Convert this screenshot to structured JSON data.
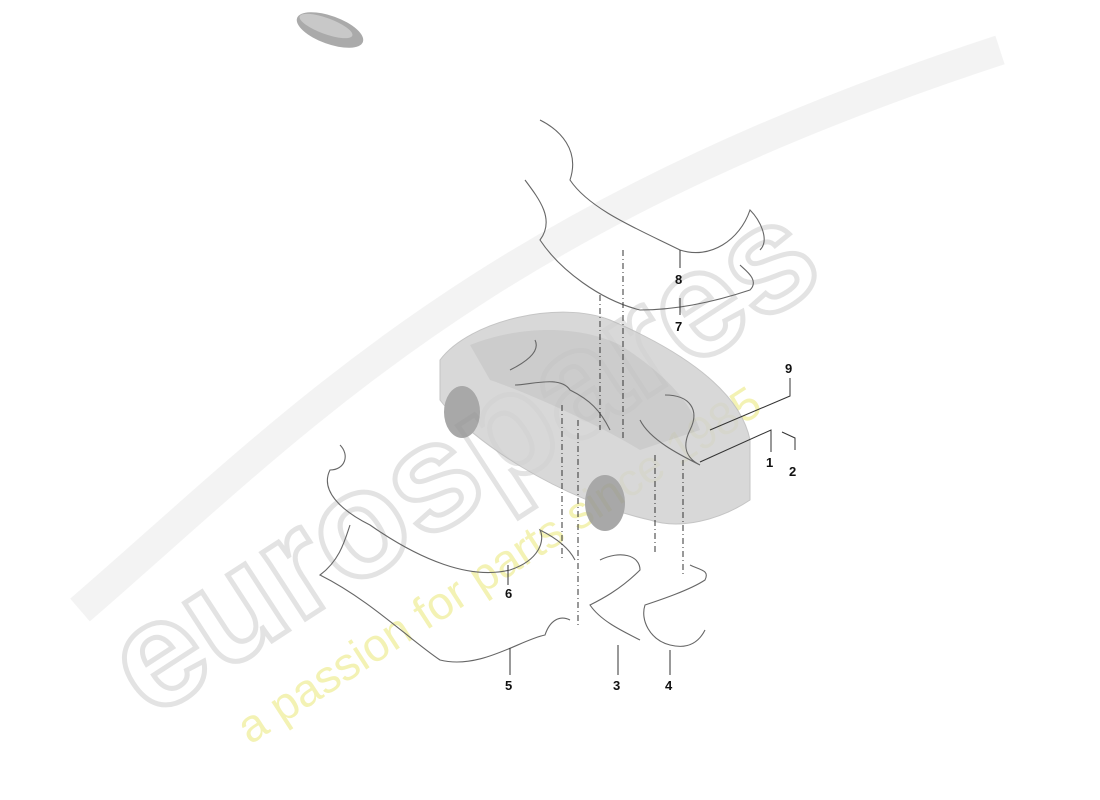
{
  "watermark": {
    "brand": "eurospares",
    "tagline": "a passion for parts since 1985",
    "tagline_color": "#f0ee9c"
  },
  "diagram": {
    "callouts": [
      "1",
      "2",
      "3",
      "4",
      "5",
      "6",
      "7",
      "8",
      "9"
    ],
    "thumbnail_icon": "vehicle-thumbnail-icon"
  }
}
